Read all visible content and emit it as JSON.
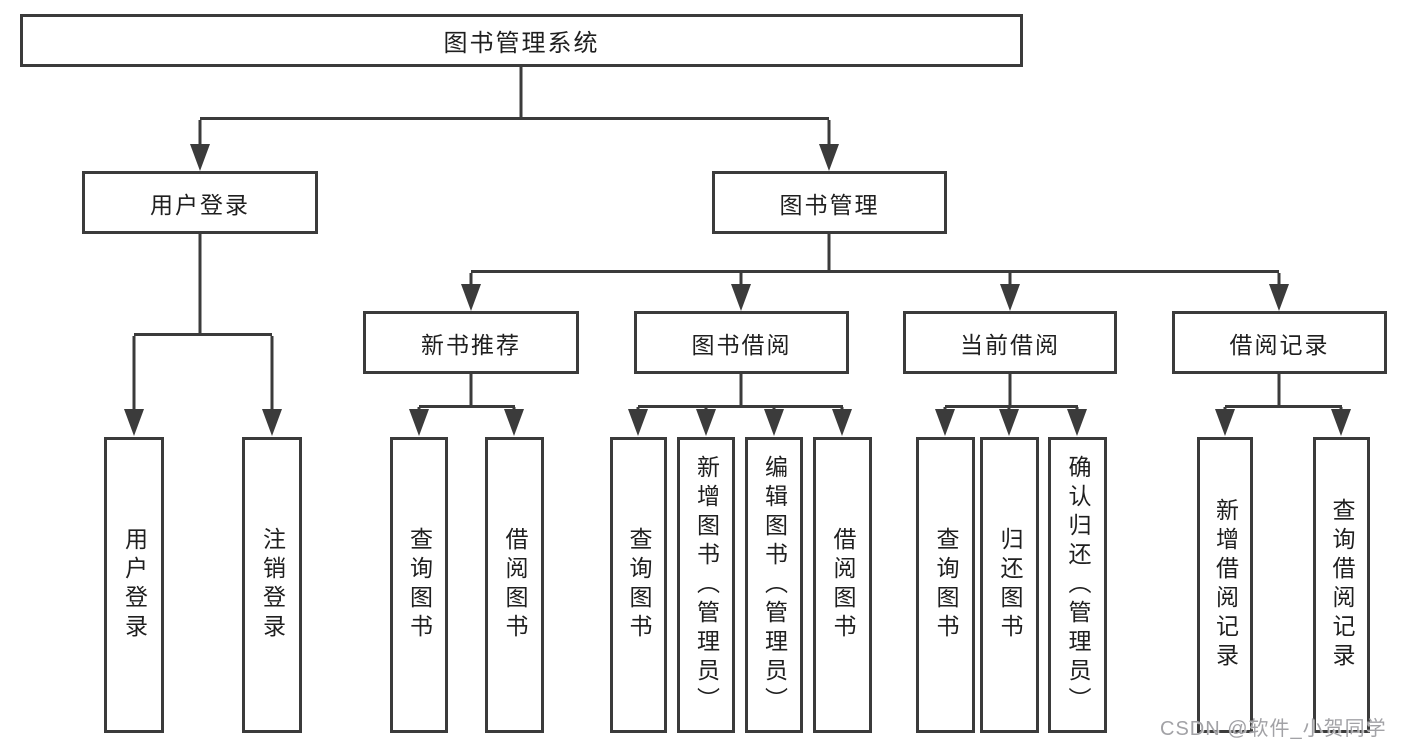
{
  "root": {
    "label": "图书管理系统"
  },
  "branches": {
    "user_login": {
      "label": "用户登录",
      "children": [
        "用户登录",
        "注销登录"
      ]
    },
    "book_management": {
      "label": "图书管理",
      "sections": [
        {
          "label": "新书推荐",
          "children": [
            "查询图书",
            "借阅图书"
          ]
        },
        {
          "label": "图书借阅",
          "children": [
            "查询图书",
            "新增图书（管理员）",
            "编辑图书（管理员）",
            "借阅图书"
          ]
        },
        {
          "label": "当前借阅",
          "children": [
            "查询图书",
            "归还图书",
            "确认归还（管理员）"
          ]
        },
        {
          "label": "借阅记录",
          "children": [
            "新增借阅记录",
            "查询借阅记录"
          ]
        }
      ]
    }
  },
  "watermark": {
    "text": "CSDN @软件_小贺同学"
  },
  "colors": {
    "line": "#3b3b3b",
    "text": "#1f1f1f",
    "watermark": "#a2a2a6",
    "background": "#ffffff"
  }
}
